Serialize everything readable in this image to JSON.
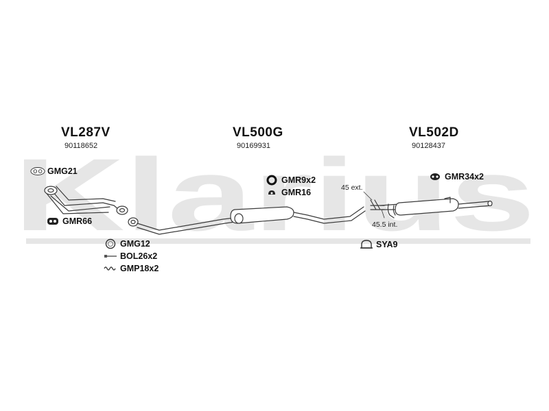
{
  "brand": {
    "watermark": "Klarius"
  },
  "sections": [
    {
      "code": "VL287V",
      "number": "90118652"
    },
    {
      "code": "VL500G",
      "number": "90169931"
    },
    {
      "code": "VL502D",
      "number": "90128437"
    }
  ],
  "parts": {
    "gmg21": "GMG21",
    "gmr66": "GMR66",
    "gmg12": "GMG12",
    "bol26x2": "BOL26x2",
    "gmp18x2": "GMP18x2",
    "gmr9x2": "GMR9x2",
    "gmr16": "GMR16",
    "gmr34x2": "GMR34x2",
    "sya9": "SYA9"
  },
  "dimensions": {
    "ext": "45 ext.",
    "int": "45.5 int."
  },
  "colors": {
    "watermark": "#e6e6e6",
    "line": "#3a3a3a",
    "text": "#111111"
  },
  "icons": [
    "gasket-icon",
    "rubber-mount-icon",
    "ring-gasket-icon",
    "bolt-icon",
    "spring-icon",
    "clamp-icon"
  ]
}
